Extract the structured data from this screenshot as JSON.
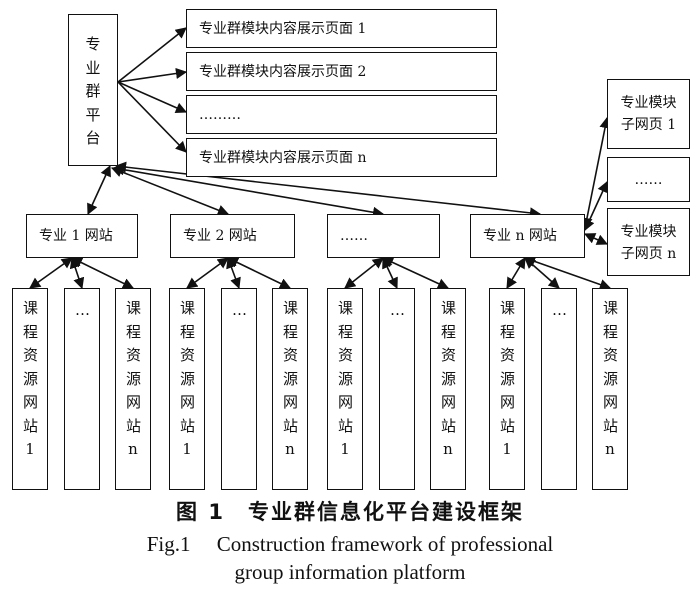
{
  "platform": {
    "label": "专业群平台"
  },
  "module_pages": [
    "专业群模块内容展示页面 1",
    "专业群模块内容展示页面 2",
    "………",
    "专业群模块内容展示页面 n"
  ],
  "sites": [
    "专业 1 网站",
    "专业 2 网站",
    "……",
    "专业 n 网站"
  ],
  "subpages": [
    "专业模块子网页 1",
    "……",
    "专业模块子网页 n"
  ],
  "course_first": "课程资源网站1",
  "course_mid": "…",
  "course_last": "课程资源网站n",
  "caption": {
    "zh": "图 1　专业群信息化平台建设框架",
    "en_line1": "Fig.1　 Construction framework of professional",
    "en_line2": "group information platform"
  }
}
